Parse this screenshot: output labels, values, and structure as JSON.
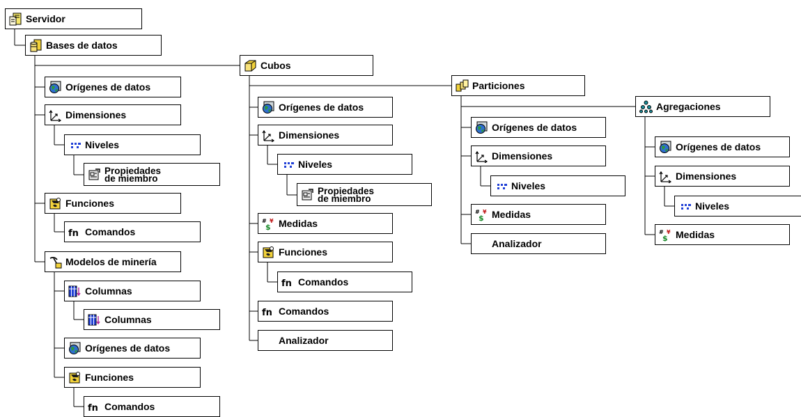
{
  "nodes": [
    {
      "id": "servidor",
      "label": "Servidor",
      "icon": "server-icon"
    },
    {
      "id": "bases",
      "label": "Bases de datos",
      "icon": "database-icon"
    },
    {
      "id": "c1_origenes",
      "label": "Orígenes de datos",
      "icon": "globe-icon"
    },
    {
      "id": "c1_dimensiones",
      "label": "Dimensiones",
      "icon": "dimension-icon"
    },
    {
      "id": "c1_niveles",
      "label": "Niveles",
      "icon": "levels-icon"
    },
    {
      "id": "c1_propiedades",
      "label": "Propiedades\nde miembro",
      "icon": "member-properties-icon"
    },
    {
      "id": "c1_funciones",
      "label": "Funciones",
      "icon": "function-icon"
    },
    {
      "id": "c1_comandos",
      "label": "Comandos",
      "icon": "fn-icon"
    },
    {
      "id": "c1_modelos",
      "label": "Modelos de minería",
      "icon": "mining-model-icon"
    },
    {
      "id": "c1_columnas",
      "label": "Columnas",
      "icon": "columns-icon"
    },
    {
      "id": "c1_columnas2",
      "label": "Columnas",
      "icon": "columns-icon"
    },
    {
      "id": "c1_origenes2",
      "label": "Orígenes de datos",
      "icon": "globe-icon"
    },
    {
      "id": "c1_funciones2",
      "label": "Funciones",
      "icon": "function-icon"
    },
    {
      "id": "c1_comandos2",
      "label": "Comandos",
      "icon": "fn-icon"
    },
    {
      "id": "cubos",
      "label": "Cubos",
      "icon": "cube-icon"
    },
    {
      "id": "c2_origenes",
      "label": "Orígenes de datos",
      "icon": "globe-icon"
    },
    {
      "id": "c2_dimensiones",
      "label": "Dimensiones",
      "icon": "dimension-icon"
    },
    {
      "id": "c2_niveles",
      "label": "Niveles",
      "icon": "levels-icon"
    },
    {
      "id": "c2_propiedades",
      "label": "Propiedades\nde miembro",
      "icon": "member-properties-icon"
    },
    {
      "id": "c2_medidas",
      "label": "Medidas",
      "icon": "measures-icon"
    },
    {
      "id": "c2_funciones",
      "label": "Funciones",
      "icon": "function-icon"
    },
    {
      "id": "c2_comandos_sub",
      "label": "Comandos",
      "icon": "fn-icon"
    },
    {
      "id": "c2_comandos",
      "label": "Comandos",
      "icon": "fn-icon"
    },
    {
      "id": "c2_analizador",
      "label": "Analizador",
      "icon": ""
    },
    {
      "id": "particiones",
      "label": "Particiones",
      "icon": "partitions-icon"
    },
    {
      "id": "c3_origenes",
      "label": "Orígenes de datos",
      "icon": "globe-icon"
    },
    {
      "id": "c3_dimensiones",
      "label": "Dimensiones",
      "icon": "dimension-icon"
    },
    {
      "id": "c3_niveles",
      "label": "Niveles",
      "icon": "levels-icon"
    },
    {
      "id": "c3_medidas",
      "label": "Medidas",
      "icon": "measures-icon"
    },
    {
      "id": "c3_analizador",
      "label": "Analizador",
      "icon": ""
    },
    {
      "id": "agregaciones",
      "label": "Agregaciones",
      "icon": "aggregations-icon"
    },
    {
      "id": "c4_origenes",
      "label": "Orígenes de datos",
      "icon": "globe-icon"
    },
    {
      "id": "c4_dimensiones",
      "label": "Dimensiones",
      "icon": "dimension-icon"
    },
    {
      "id": "c4_niveles",
      "label": "Niveles",
      "icon": "levels-icon"
    },
    {
      "id": "c4_medidas",
      "label": "Medidas",
      "icon": "measures-icon"
    }
  ],
  "edges": [
    [
      "servidor",
      "bases"
    ],
    [
      "bases",
      "c1_origenes"
    ],
    [
      "bases",
      "c1_dimensiones"
    ],
    [
      "bases",
      "c1_funciones"
    ],
    [
      "bases",
      "c1_modelos"
    ],
    [
      "bases",
      "cubos"
    ],
    [
      "c1_dimensiones",
      "c1_niveles"
    ],
    [
      "c1_niveles",
      "c1_propiedades"
    ],
    [
      "c1_funciones",
      "c1_comandos"
    ],
    [
      "c1_modelos",
      "c1_columnas"
    ],
    [
      "c1_modelos",
      "c1_origenes2"
    ],
    [
      "c1_modelos",
      "c1_funciones2"
    ],
    [
      "c1_columnas",
      "c1_columnas2"
    ],
    [
      "c1_funciones2",
      "c1_comandos2"
    ],
    [
      "cubos",
      "c2_origenes"
    ],
    [
      "cubos",
      "c2_dimensiones"
    ],
    [
      "cubos",
      "c2_medidas"
    ],
    [
      "cubos",
      "c2_funciones"
    ],
    [
      "cubos",
      "c2_comandos"
    ],
    [
      "cubos",
      "c2_analizador"
    ],
    [
      "cubos",
      "particiones"
    ],
    [
      "c2_dimensiones",
      "c2_niveles"
    ],
    [
      "c2_niveles",
      "c2_propiedades"
    ],
    [
      "c2_funciones",
      "c2_comandos_sub"
    ],
    [
      "particiones",
      "c3_origenes"
    ],
    [
      "particiones",
      "c3_dimensiones"
    ],
    [
      "particiones",
      "c3_medidas"
    ],
    [
      "particiones",
      "c3_analizador"
    ],
    [
      "particiones",
      "agregaciones"
    ],
    [
      "c3_dimensiones",
      "c3_niveles"
    ],
    [
      "agregaciones",
      "c4_origenes"
    ],
    [
      "agregaciones",
      "c4_dimensiones"
    ],
    [
      "agregaciones",
      "c4_medidas"
    ],
    [
      "c4_dimensiones",
      "c4_niveles"
    ]
  ]
}
